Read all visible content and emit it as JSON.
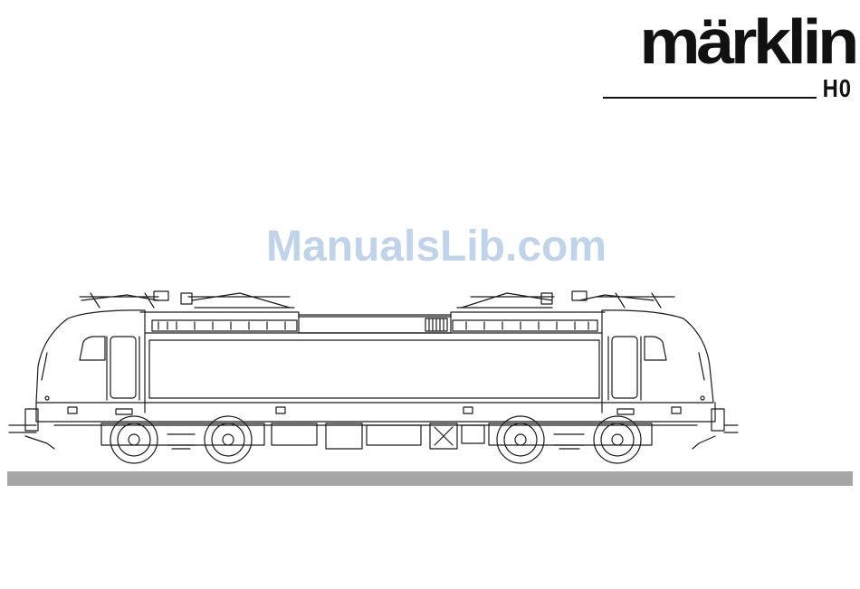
{
  "brand": {
    "wordmark": "märklin",
    "scale": "H0"
  },
  "watermark": {
    "text": "ManualsLib.com"
  },
  "illustration": {
    "subject": "locomotive-line-drawing-icon"
  },
  "colors": {
    "ink": "#111111",
    "band": "#a6a6a6",
    "watermark": "#b9cfe9"
  }
}
